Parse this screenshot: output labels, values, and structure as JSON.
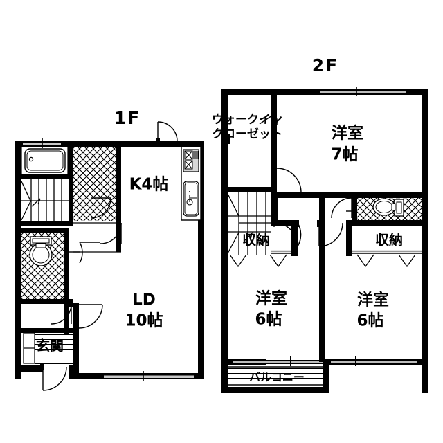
{
  "document": {
    "type": "floor-plan",
    "title": "間取り図",
    "background_color": "#ffffff",
    "wall_color": "#000000",
    "line_color": "#000000"
  },
  "floors": [
    {
      "id": "1f",
      "label": "1F",
      "rooms": [
        {
          "id": "kitchen",
          "label": "K4帖",
          "name_en": "Kitchen 4 tatami"
        },
        {
          "id": "living-dining",
          "label_line1": "LD",
          "label_line2": "10帖",
          "name_en": "Living Dining 10 tatami"
        },
        {
          "id": "entrance",
          "label": "玄関",
          "name_en": "Entrance"
        }
      ],
      "fixtures": [
        {
          "id": "bathtub",
          "name": "bathtub"
        },
        {
          "id": "toilet",
          "name": "toilet"
        },
        {
          "id": "sink",
          "name": "kitchen-sink"
        },
        {
          "id": "stove",
          "name": "gas-stove"
        },
        {
          "id": "stairs",
          "name": "staircase"
        },
        {
          "id": "washer-space",
          "name": "washing-machine-space"
        }
      ]
    },
    {
      "id": "2f",
      "label": "2F",
      "rooms": [
        {
          "id": "wic",
          "label_line1": "ウォークイン",
          "label_line2": "クローゼット",
          "name_en": "Walk-in closet"
        },
        {
          "id": "western-room-7",
          "label_line1": "洋室",
          "label_line2": "7帖",
          "name_en": "Western room 7 tatami"
        },
        {
          "id": "western-room-6a",
          "label_line1": "洋室",
          "label_line2": "6帖",
          "name_en": "Western room 6 tatami (left)"
        },
        {
          "id": "western-room-6b",
          "label_line1": "洋室",
          "label_line2": "6帖",
          "name_en": "Western room 6 tatami (right)"
        },
        {
          "id": "closet-left",
          "label": "収納",
          "name_en": "Storage left"
        },
        {
          "id": "closet-right",
          "label": "収納",
          "name_en": "Storage right"
        },
        {
          "id": "balcony",
          "label": "バルコニー",
          "name_en": "Balcony"
        }
      ],
      "fixtures": [
        {
          "id": "toilet-2f",
          "name": "toilet"
        },
        {
          "id": "stairs-2f",
          "name": "staircase"
        }
      ]
    }
  ]
}
